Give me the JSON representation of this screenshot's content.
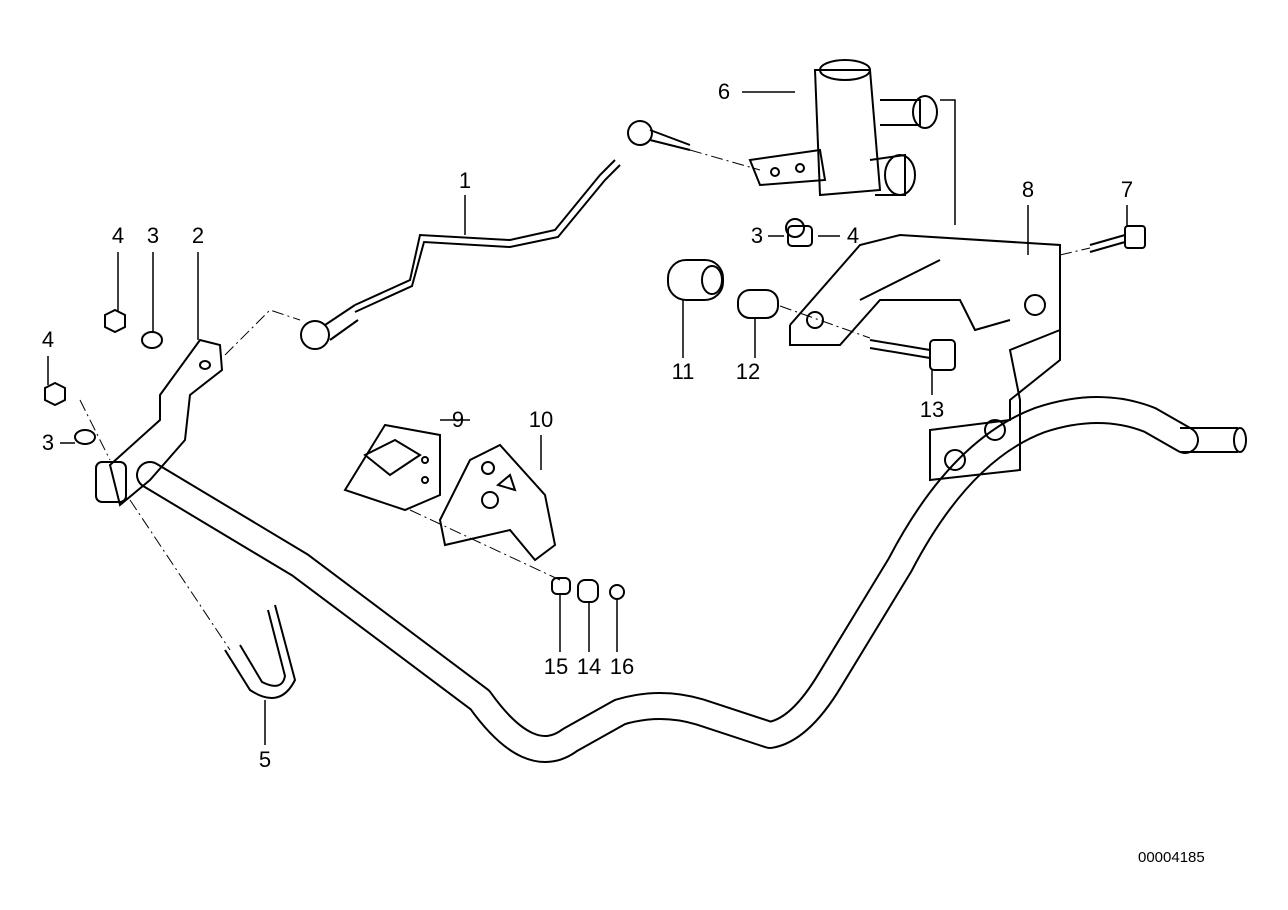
{
  "diagram": {
    "reference_number": "00004185",
    "callouts": [
      {
        "id": "c1",
        "text": "1"
      },
      {
        "id": "c6",
        "text": "6"
      },
      {
        "id": "c3a",
        "text": "3"
      },
      {
        "id": "c4a",
        "text": "4"
      },
      {
        "id": "c8",
        "text": "8"
      },
      {
        "id": "c7",
        "text": "7"
      },
      {
        "id": "c4b",
        "text": "4"
      },
      {
        "id": "c3b",
        "text": "3"
      },
      {
        "id": "c2",
        "text": "2"
      },
      {
        "id": "c4c",
        "text": "4"
      },
      {
        "id": "c3c",
        "text": "3"
      },
      {
        "id": "c11",
        "text": "11"
      },
      {
        "id": "c12",
        "text": "12"
      },
      {
        "id": "c13",
        "text": "13"
      },
      {
        "id": "c9",
        "text": "9"
      },
      {
        "id": "c10",
        "text": "10"
      },
      {
        "id": "c15",
        "text": "15"
      },
      {
        "id": "c14",
        "text": "14"
      },
      {
        "id": "c16",
        "text": "16"
      },
      {
        "id": "c5",
        "text": "5"
      }
    ]
  }
}
